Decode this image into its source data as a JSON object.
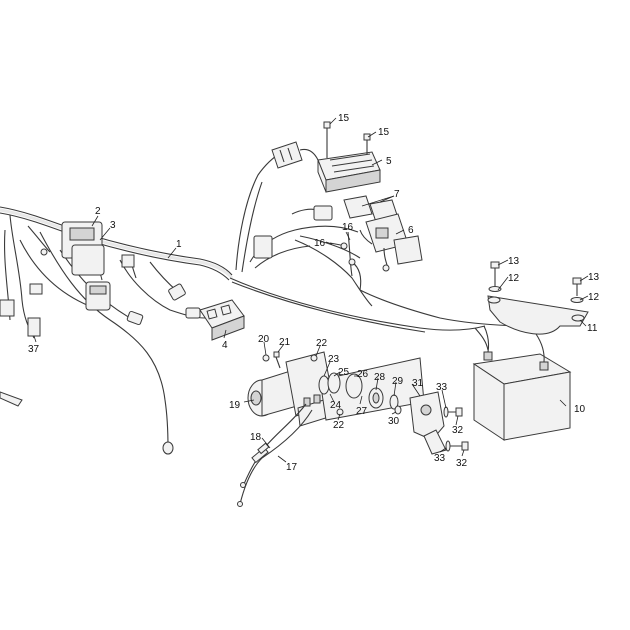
{
  "diagram": {
    "callouts": {
      "c1": "1",
      "c2": "2",
      "c3": "3",
      "c4": "4",
      "c5": "5",
      "c6": "6",
      "c7": "7",
      "c10": "10",
      "c11": "11",
      "c12a": "12",
      "c12b": "12",
      "c13a": "13",
      "c13b": "13",
      "c15a": "15",
      "c15b": "15",
      "c16a": "16",
      "c16b": "16",
      "c17": "17",
      "c18": "18",
      "c19": "19",
      "c20": "20",
      "c21": "21",
      "c22a": "22",
      "c22b": "22",
      "c23": "23",
      "c24": "24",
      "c25": "25",
      "c26": "26",
      "c27": "27",
      "c28": "28",
      "c29": "29",
      "c30": "30",
      "c31": "31",
      "c32a": "32",
      "c32b": "32",
      "c33a": "33",
      "c33b": "33",
      "c37": "37"
    }
  }
}
